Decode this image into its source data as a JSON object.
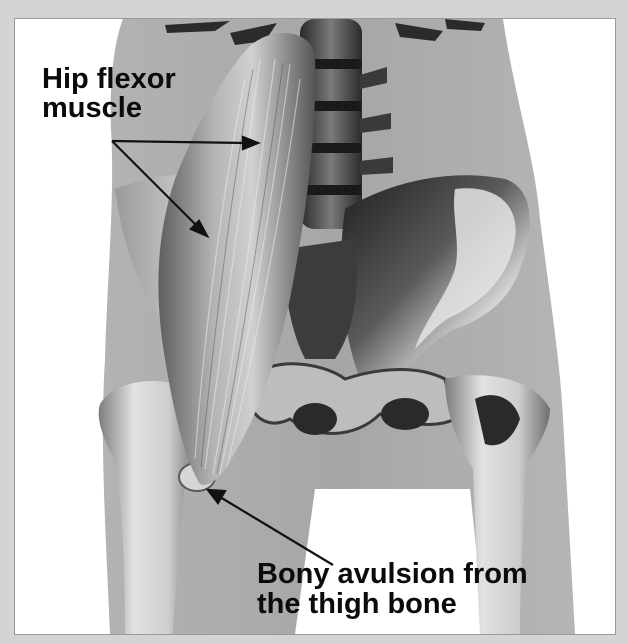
{
  "annotations": {
    "hip_flexor_line1": "Hip flexor",
    "hip_flexor_line2": "muscle",
    "avulsion_line1": "Bony avulsion from",
    "avulsion_line2": "the thigh bone"
  },
  "colors": {
    "background": "#ffffff",
    "body_silhouette": "#a8a8a8",
    "bone": "#cfcfcf",
    "muscle": "#8c8c8c",
    "shadow": "#202020",
    "frame": "#d4d4d4"
  },
  "icons": [
    "arrow-pointer",
    "arrow-pointer",
    "arrow-pointer"
  ]
}
